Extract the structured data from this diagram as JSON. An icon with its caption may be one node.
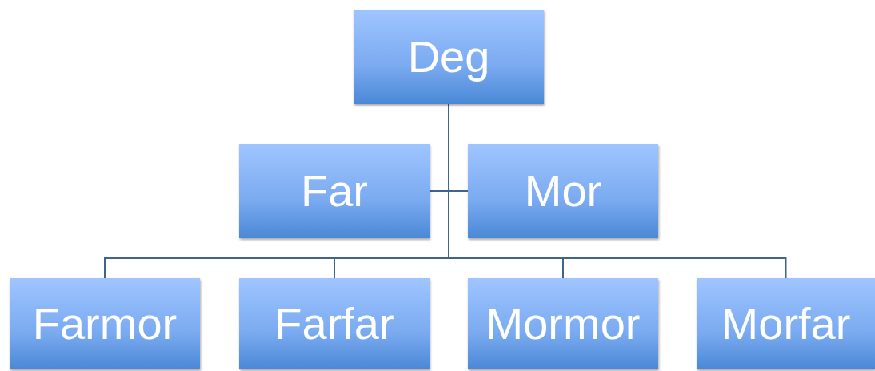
{
  "diagram": {
    "nodes": [
      {
        "text": [
          "Deg"
        ]
      },
      {
        "text": [
          "Far"
        ]
      },
      {
        "text": [
          "Mor"
        ]
      },
      {
        "text": [
          "Farmor"
        ]
      },
      {
        "text": [
          "Farfar"
        ]
      },
      {
        "text": [
          "Mormor"
        ]
      },
      {
        "text": [
          "Morfar"
        ]
      }
    ],
    "edges": [
      {
        "from": 0,
        "to": 1,
        "arrow": "none"
      },
      {
        "from": 0,
        "to": 2,
        "arrow": "none"
      },
      {
        "from": 0,
        "to": 3,
        "arrow": "none"
      },
      {
        "from": 0,
        "to": 4,
        "arrow": "none"
      },
      {
        "from": 0,
        "to": 5,
        "arrow": "none"
      },
      {
        "from": 0,
        "to": 6,
        "arrow": "none"
      }
    ]
  }
}
